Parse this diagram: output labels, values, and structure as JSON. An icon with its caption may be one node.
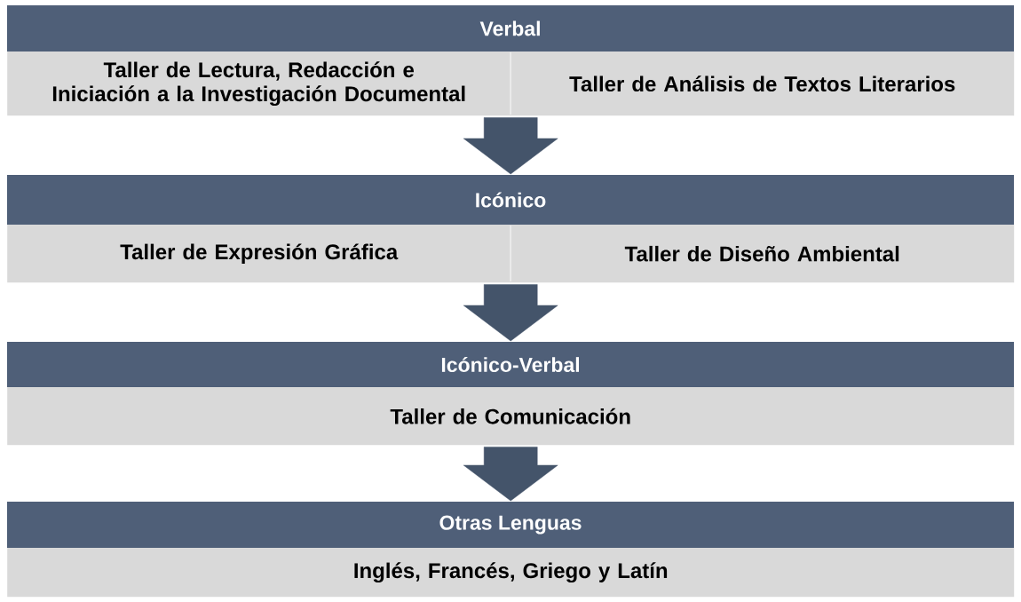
{
  "diagram": {
    "nodes": [
      {
        "text": [
          "Verbal"
        ]
      },
      {
        "text": [
          "Taller de Lectura, Redacción e Iniciación a la Investigación Documental"
        ],
        "in": 0
      },
      {
        "text": [
          "Taller de Análisis de Textos Literarios"
        ],
        "in": 0
      },
      {
        "text": [
          "Icónico"
        ]
      },
      {
        "text": [
          "Taller de Expresión Gráfica"
        ],
        "in": 3
      },
      {
        "text": [
          "Taller de Diseño Ambiental"
        ],
        "in": 3
      },
      {
        "text": [
          "Icónico-Verbal"
        ]
      },
      {
        "text": [
          "Taller de Comunicación"
        ],
        "in": 6
      },
      {
        "text": [
          "Otras Lenguas"
        ]
      },
      {
        "text": [
          "Inglés, Francés, Griego y Latín"
        ],
        "in": 8
      }
    ],
    "edges": [
      {
        "from": 0,
        "to": 3,
        "arrow": "to"
      },
      {
        "from": 3,
        "to": 6,
        "arrow": "to"
      },
      {
        "from": 6,
        "to": 8,
        "arrow": "to"
      }
    ]
  }
}
